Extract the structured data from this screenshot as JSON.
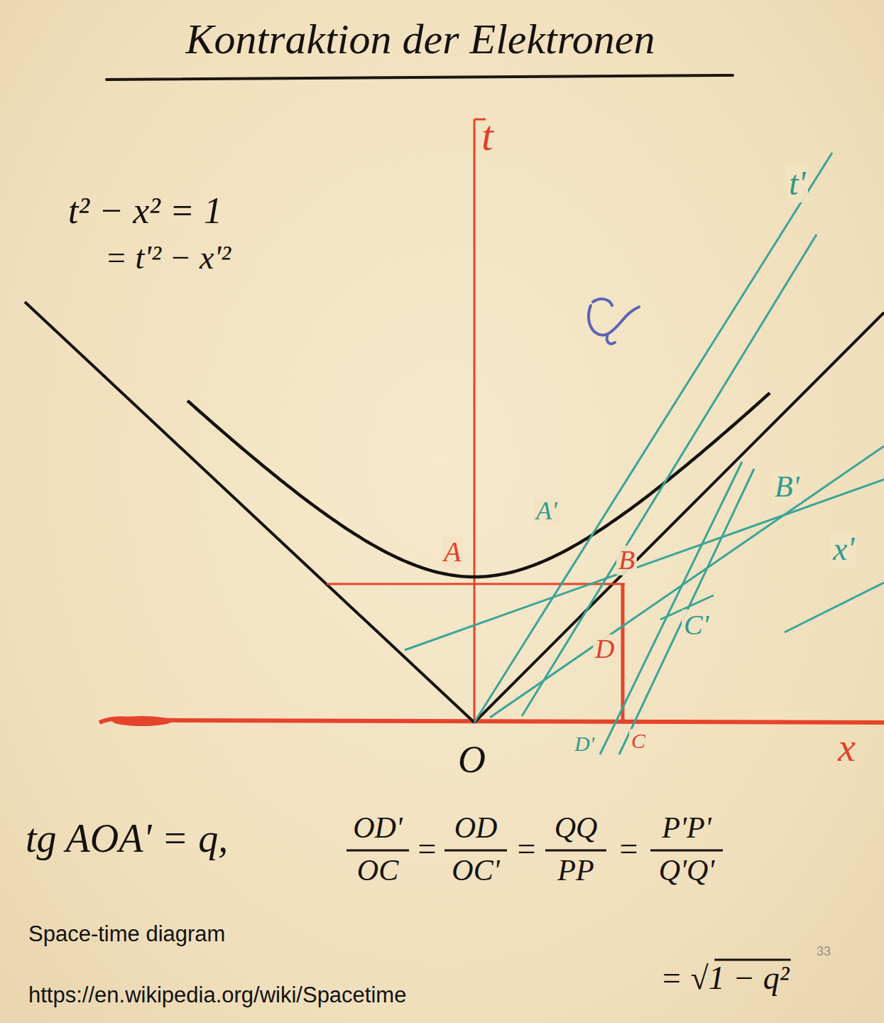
{
  "diagram": {
    "title": "Kontraktion der Elektronen",
    "caption": "Space-time diagram",
    "labels": [
      "t² − x² = 1",
      "= t'² − x'²",
      "t",
      "t'",
      "x'",
      "x",
      "A",
      "B",
      "A'",
      "B'",
      "C'",
      "D",
      "D'",
      "C",
      "O",
      "tg AOA' = q,",
      "OD'",
      "OC",
      "=",
      "OD",
      "OC'",
      "=",
      "QQ",
      "PP",
      "=",
      "P'P'",
      "Q'Q'",
      "= √1 − q²",
      "https://en.wikipedia.org/wiki/Spacetime",
      "33"
    ]
  }
}
